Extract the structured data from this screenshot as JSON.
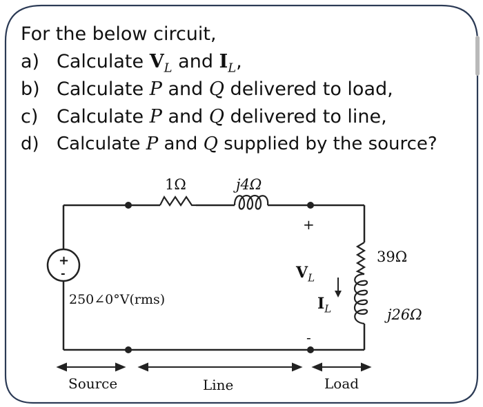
{
  "question": {
    "intro": "For the below circuit,",
    "items": [
      {
        "label": "a)",
        "prefix": "Calculate ",
        "var1": "V",
        "var1_sub": "L",
        "mid": " and ",
        "var2": "I",
        "var2_sub": "L",
        "suffix": ","
      },
      {
        "label": "b)",
        "prefix": "Calculate ",
        "var1": "P",
        "mid": " and ",
        "var2": "Q",
        "suffix": " delivered to load,"
      },
      {
        "label": "c)",
        "prefix": "Calculate ",
        "var1": "P",
        "mid": " and ",
        "var2": "Q",
        "suffix": " delivered to line,"
      },
      {
        "label": "d)",
        "prefix": "Calculate ",
        "var1": "P",
        "mid": " and ",
        "var2": "Q",
        "suffix": " supplied by the source?"
      }
    ]
  },
  "circuit": {
    "line_resistance": "1Ω",
    "line_reactance": "j4Ω",
    "load_resistance": "39Ω",
    "load_reactance": "j26Ω",
    "source_value": "250∠0°V(rms)",
    "source_plus": "+",
    "source_minus": "-",
    "vl_plus": "+",
    "vl_minus": "-",
    "vl_symbol": "V",
    "vl_sub": "L",
    "il_symbol": "I",
    "il_sub": "L"
  },
  "sections": {
    "source": "Source",
    "line": "Line",
    "load": "Load"
  },
  "colors": {
    "border": "#2b3a55",
    "wire": "#222222",
    "card_bg": "#ffffff"
  }
}
